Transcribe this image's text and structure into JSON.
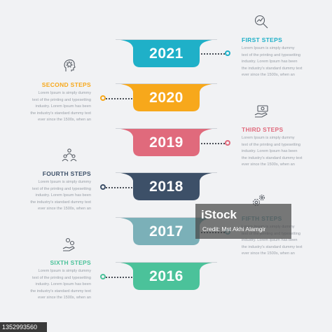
{
  "colors": {
    "background": "#f1f2f4",
    "connector": "#4a4f57",
    "tab_2021": "#1fb0c8",
    "tab_2020": "#f7a81b",
    "tab_2019": "#e06a7c",
    "tab_2018": "#3d5068",
    "tab_2017": "#7bb0b8",
    "tab_2016": "#4bc29a"
  },
  "timeline": [
    {
      "year": "2021",
      "color": "#1fb0c8"
    },
    {
      "year": "2020",
      "color": "#f7a81b"
    },
    {
      "year": "2019",
      "color": "#e06a7c"
    },
    {
      "year": "2018",
      "color": "#3d5068"
    },
    {
      "year": "2017",
      "color": "#7bb0b8"
    },
    {
      "year": "2016",
      "color": "#4bc29a"
    }
  ],
  "steps": [
    {
      "title": "FIRST STEPS",
      "color": "#1fb0c8",
      "icon": "magnifier-chart-icon",
      "lines": [
        "Lorem Ipsum is simply dummy",
        "text of the printing and typesetting",
        "industry. Lorem Ipsum has been",
        "the industry's standard dummy text",
        "ever since the 1500s, when an"
      ]
    },
    {
      "title": "SECOND STEPS",
      "color": "#f7a81b",
      "icon": "head-gears-icon",
      "lines": [
        "Lorem Ipsum is simply dummy",
        "text of the printing and typesetting",
        "industry. Lorem Ipsum has been",
        "the industry's standard dummy text",
        "ever since the 1500s, when an"
      ]
    },
    {
      "title": "THIRD STEPS",
      "color": "#e06a7c",
      "icon": "hand-money-icon",
      "lines": [
        "Lorem Ipsum is simply dummy",
        "text of the printing and typesetting",
        "industry. Lorem Ipsum has been",
        "the industry's standard dummy text",
        "ever since the 1500s, when an"
      ]
    },
    {
      "title": "FOURTH STEPS",
      "color": "#3d5068",
      "icon": "team-icon",
      "lines": [
        "Lorem Ipsum is simply dummy",
        "text of the printing and typesetting",
        "industry. Lorem Ipsum has been",
        "the industry's standard dummy text",
        "ever since the 1500s, when an"
      ]
    },
    {
      "title": "FIFTH STEPS",
      "color": "#7bb0b8",
      "icon": "gears-icon",
      "lines": [
        "Lorem Ipsum is simply dummy",
        "text of the printing and typesetting",
        "industry. Lorem Ipsum has been",
        "the industry's standard dummy text",
        "ever since the 1500s, when an"
      ]
    },
    {
      "title": "SIXTH STEPS",
      "color": "#4bc29a",
      "icon": "hand-coins-icon",
      "lines": [
        "Lorem Ipsum is simply dummy",
        "text of the printing and typesetting",
        "industry. Lorem Ipsum has been",
        "the industry's standard dummy text",
        "ever since the 1500s, when an"
      ]
    }
  ],
  "watermark": {
    "logo_main": "iStock",
    "logo_sub": "",
    "credit": "Credit: Mst Akhi Alamgir"
  },
  "image_id": "1352993560"
}
